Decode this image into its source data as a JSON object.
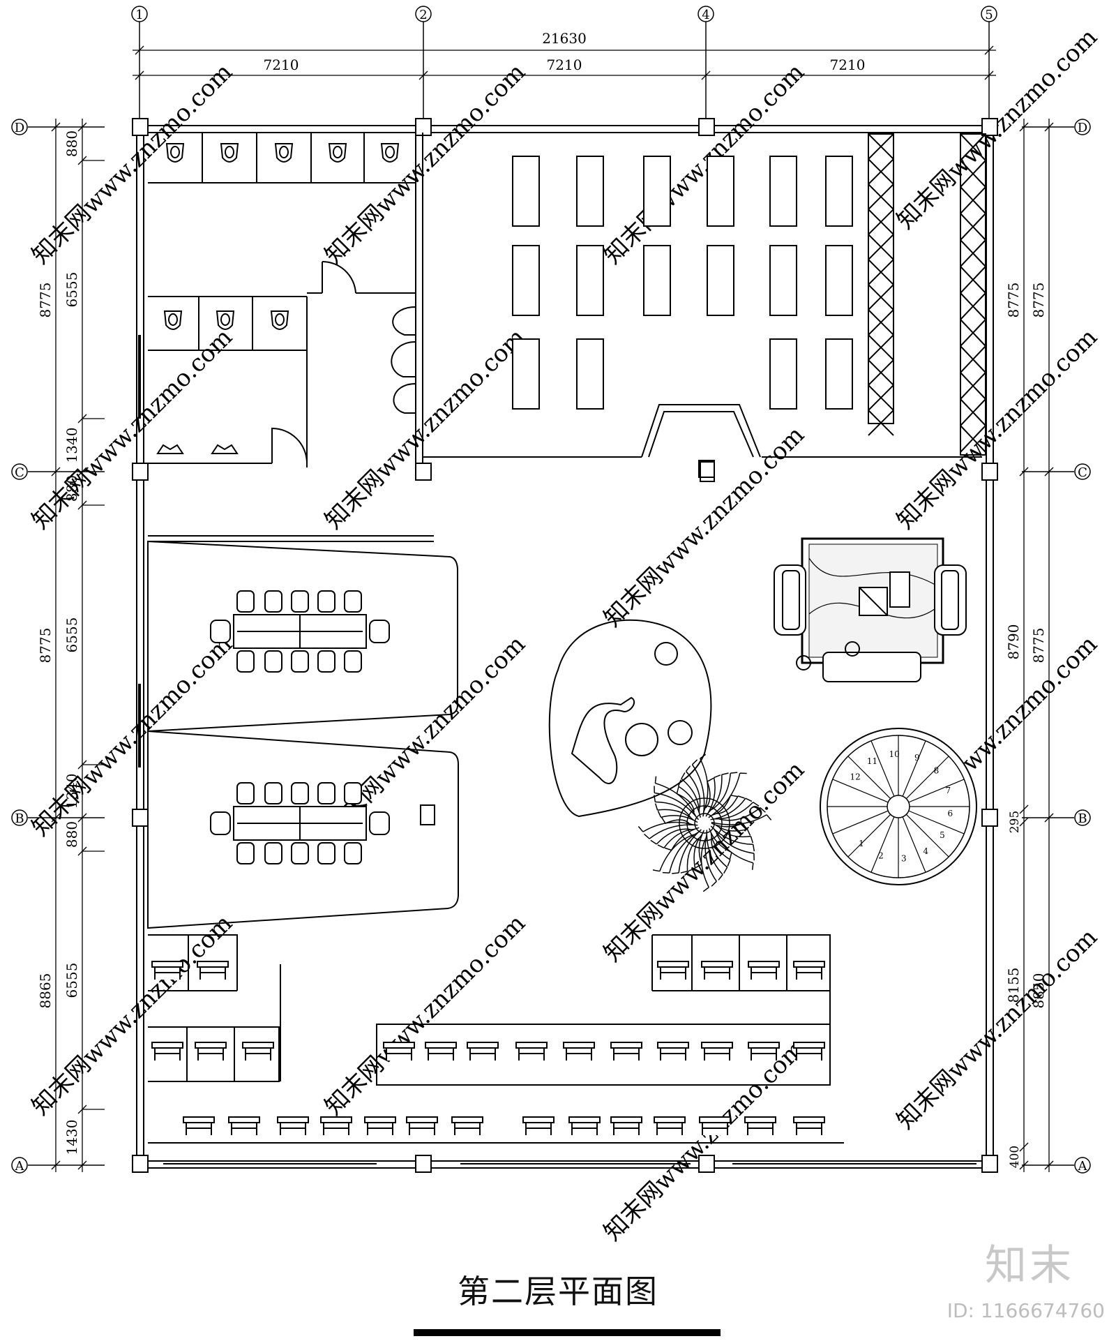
{
  "drawing": {
    "title": "第二层平面图",
    "watermark_text": "知末网www.znzmo.com",
    "brand": "知末",
    "image_id": "ID: 1166674760"
  },
  "grid": {
    "vertical_axes": [
      "1",
      "2",
      "4",
      "5"
    ],
    "horizontal_axes": [
      "D",
      "C",
      "B",
      "A"
    ]
  },
  "dimensions": {
    "top_total": "21630",
    "top_bays": [
      "7210",
      "7210",
      "7210"
    ],
    "left_outer": [
      "8775",
      "8775",
      "8865"
    ],
    "left_inner": [
      "880",
      "6555",
      "1340",
      "880",
      "6555",
      "1340",
      "880",
      "6555",
      "1430"
    ],
    "right_inner": [
      "8775",
      "8790",
      "295",
      "8155",
      "400"
    ],
    "right_outer": [
      "8775",
      "8775",
      "8850"
    ]
  },
  "stair": {
    "steps": [
      "1",
      "2",
      "3",
      "4",
      "5",
      "6",
      "7",
      "8",
      "9",
      "10",
      "11",
      "12"
    ]
  },
  "colors": {
    "line": "#000000",
    "watermark": "#d9d9d9"
  }
}
